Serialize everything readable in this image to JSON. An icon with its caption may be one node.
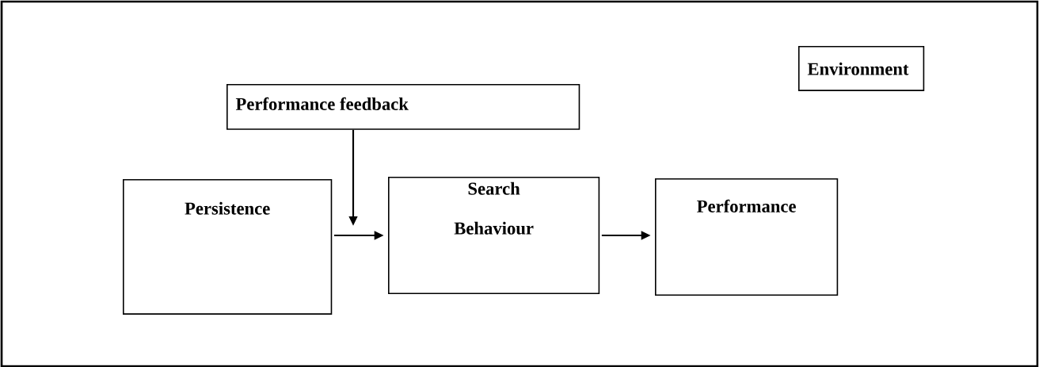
{
  "diagram": {
    "nodes": [
      {
        "text": [
          "Environment"
        ]
      },
      {
        "text": [
          "Performance feedback"
        ]
      },
      {
        "text": [
          "Persistence"
        ]
      },
      {
        "text": [
          "Search Behaviour"
        ]
      },
      {
        "text": [
          "Performance"
        ]
      }
    ],
    "edges": [
      {
        "from": 1,
        "to": null,
        "arrow": "to"
      },
      {
        "from": 2,
        "to": 3,
        "arrow": "to"
      },
      {
        "from": 3,
        "to": 4,
        "arrow": "to"
      }
    ]
  }
}
